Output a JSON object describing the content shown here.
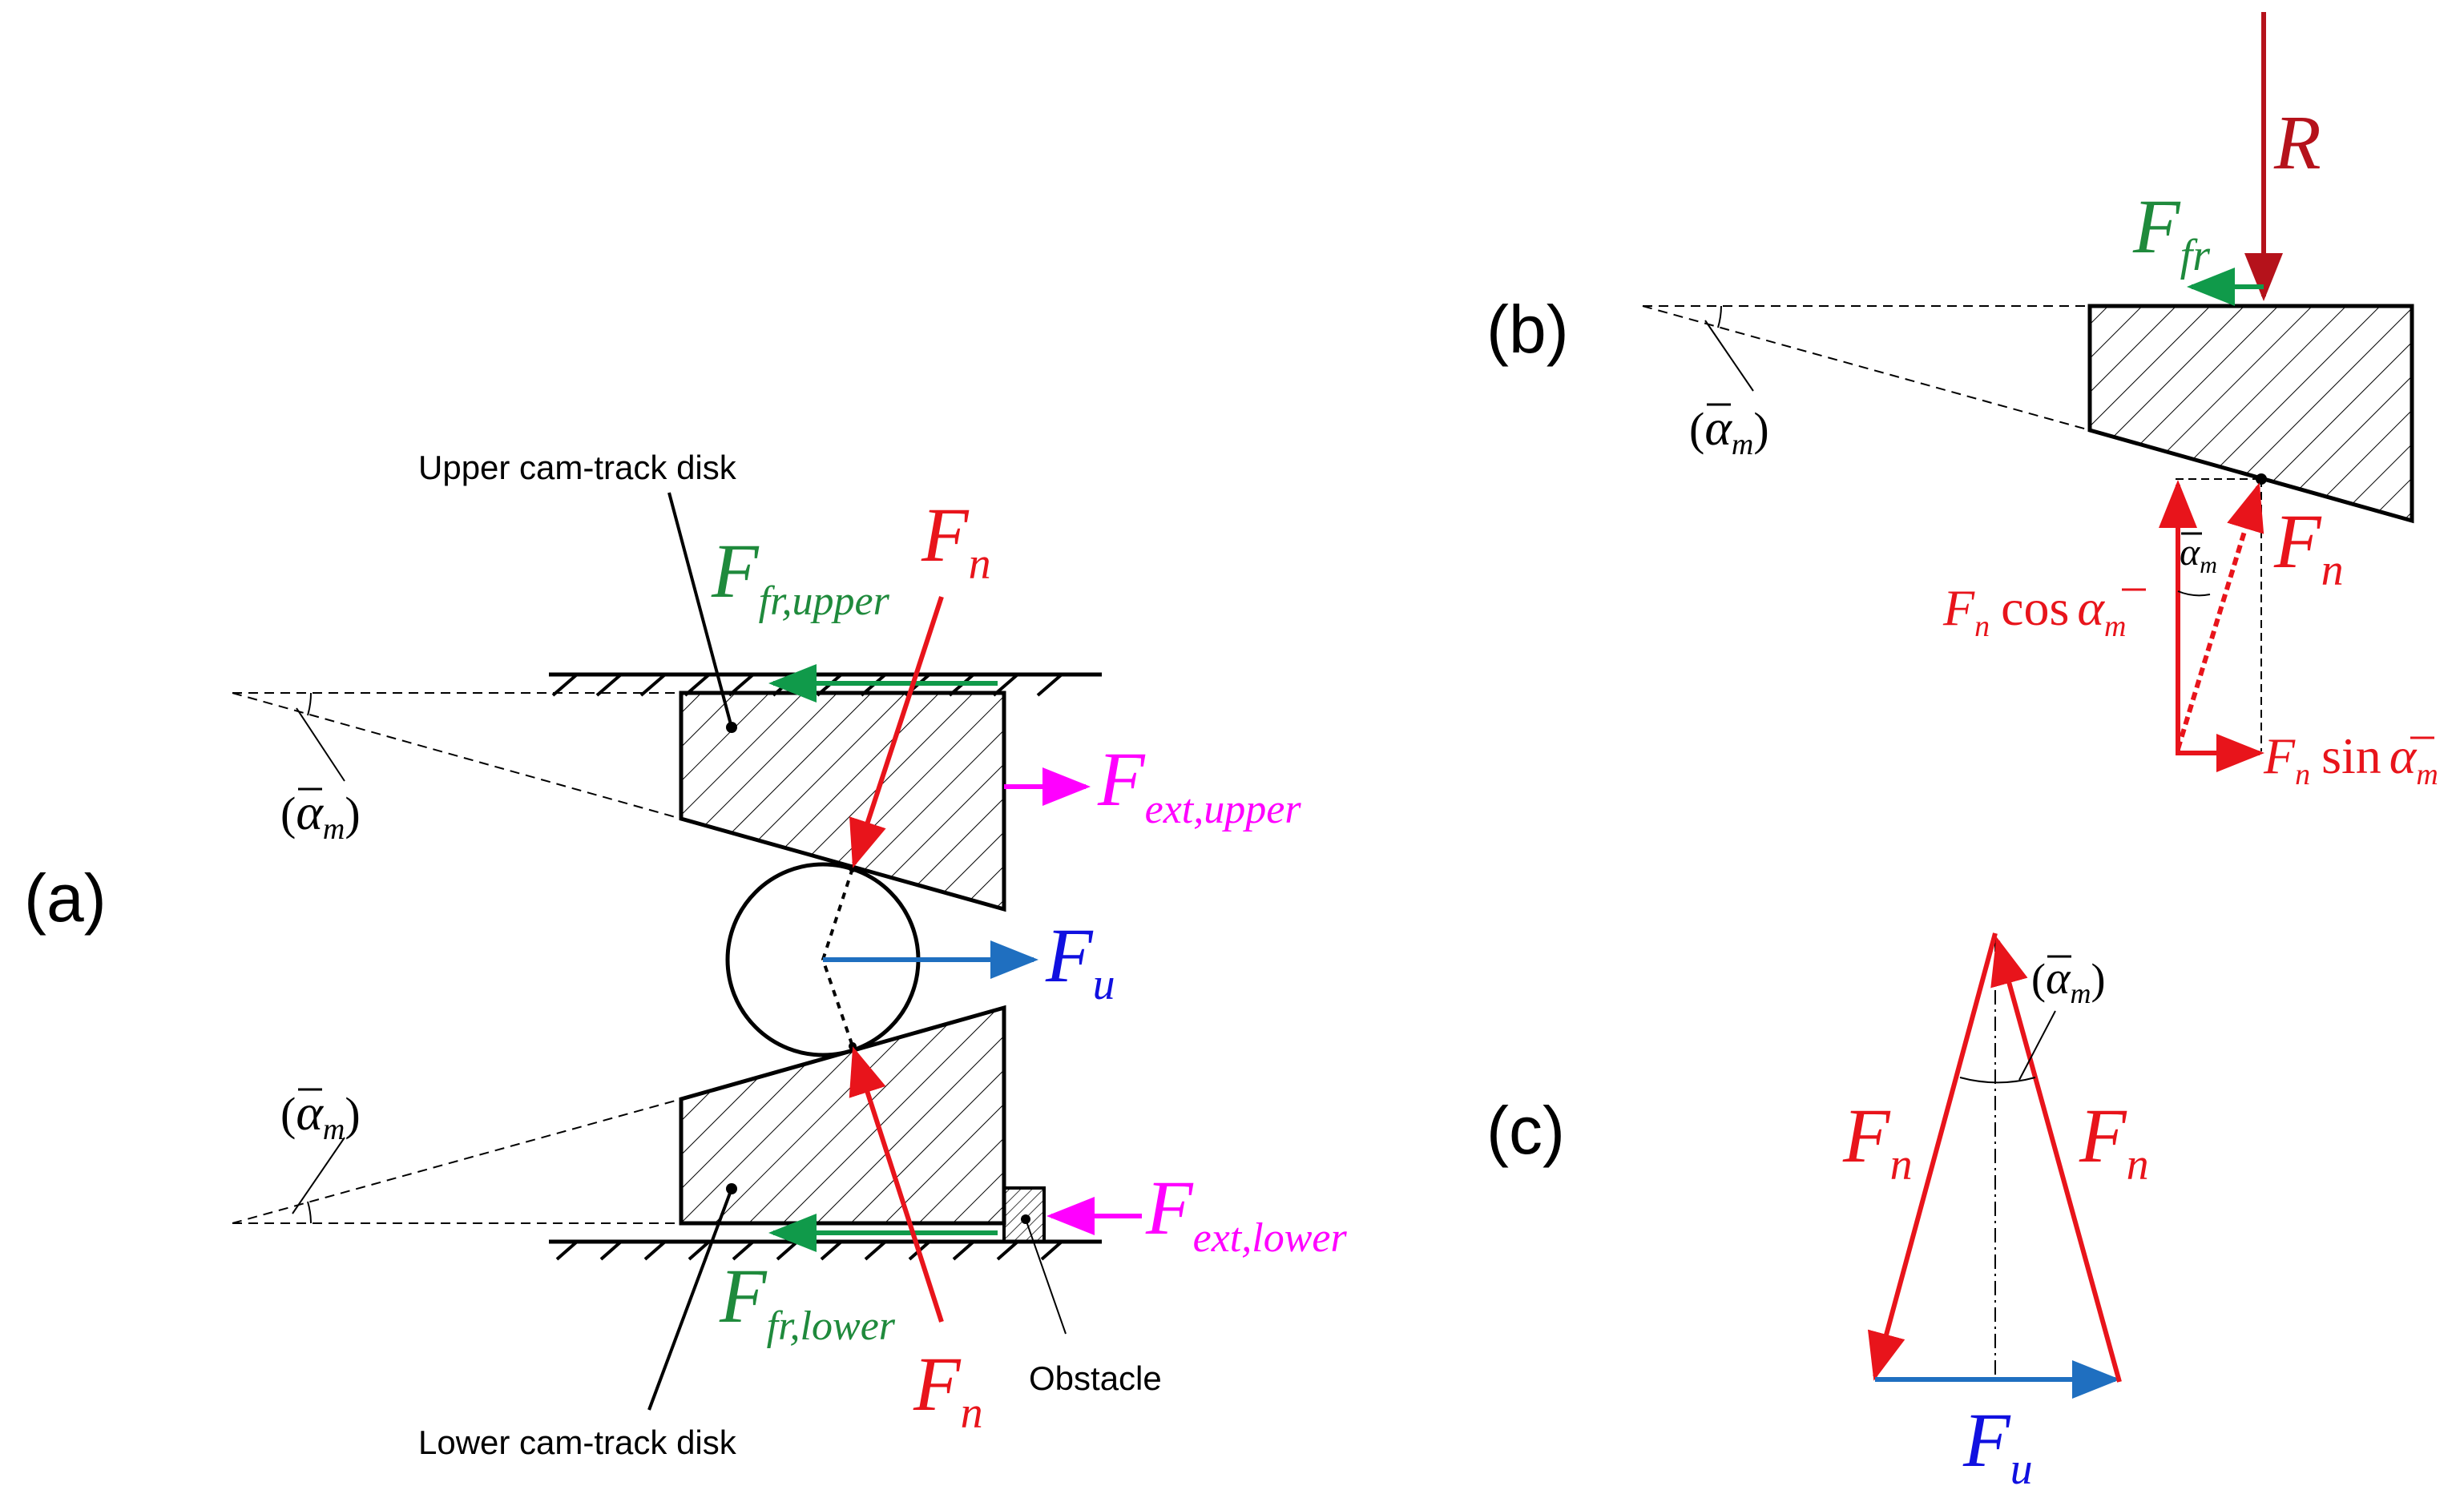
{
  "panels": {
    "a": "(a)",
    "b": "(b)",
    "c": "(c)"
  },
  "labels": {
    "upper_disk": "Upper cam-track disk",
    "lower_disk": "Lower cam-track disk",
    "obstacle": "Obstacle"
  },
  "symbols": {
    "F": "F",
    "R": "R",
    "n": "n",
    "u": "u",
    "fr": "fr",
    "fr_upper": "fr,upper",
    "fr_lower": "fr,lower",
    "ext_upper": "ext,upper",
    "ext_lower": "ext,lower",
    "alpha": "α",
    "m": "m",
    "open_paren": "(",
    "close_paren": ")",
    "cos": "cos",
    "sin": "sin"
  },
  "colors": {
    "red": "#e8141b",
    "dark_red": "#b5121b",
    "green": "#109a4a",
    "green_text": "#1f8a3c",
    "magenta": "#ff00ff",
    "blue": "#1f6fc0",
    "blue_text": "#1010e0",
    "black": "#000000"
  }
}
